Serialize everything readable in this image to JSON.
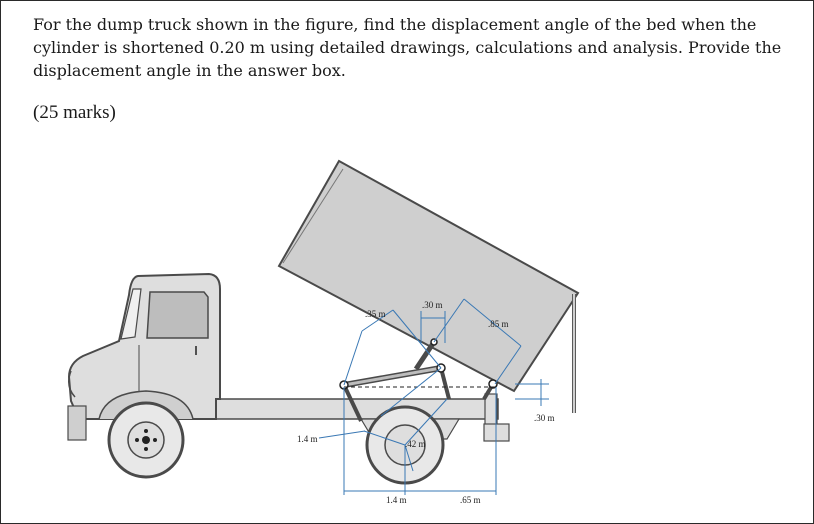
{
  "question": {
    "text": "For the dump truck shown in the figure, find the displacement angle of the bed when the cylinder is shortened 0.20 m using detailed drawings, calculations and analysis. Provide the displacement angle in the answer box.",
    "marks": "(25 marks)"
  },
  "figure": {
    "dimensions": {
      "d_35": ".35 m",
      "d_30_top": ".30 m",
      "d_85": ".85 m",
      "d_30_right": ".30 m",
      "d_42": ".42 m",
      "d_14_left": "1.4 m",
      "d_14_bottom": "1.4 m",
      "d_65": ".65 m"
    },
    "colors": {
      "body": "#dedede",
      "bed": "#cfcfcf",
      "outline": "#4a4a4a",
      "dimension": "#3a78b4"
    }
  }
}
